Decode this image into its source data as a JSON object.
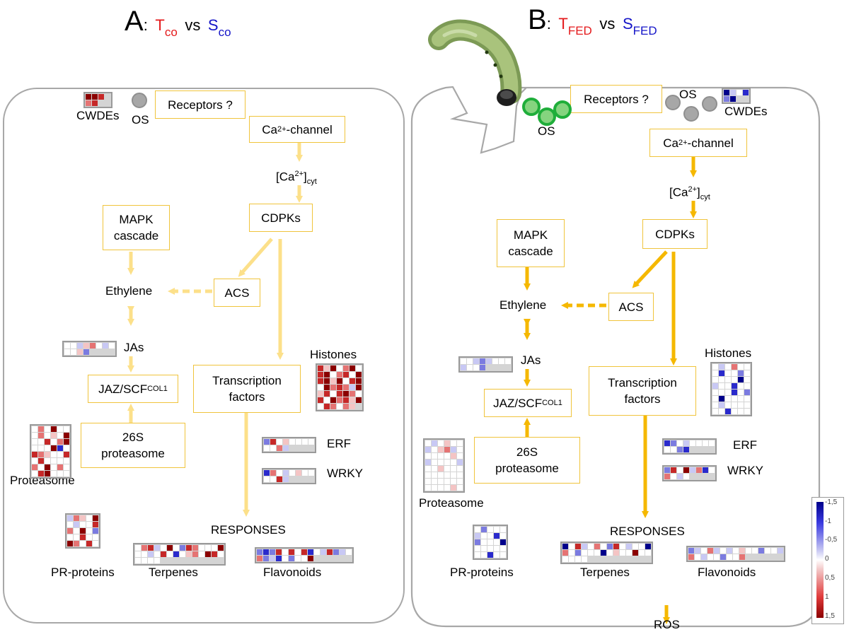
{
  "colors": {
    "arrow_light": "#fce08a",
    "arrow_dark": "#f5b800",
    "box_border": "#f0c43c",
    "treatment": "#e41a1c",
    "control": "#1515c8"
  },
  "panel_a": {
    "title_letter": "A",
    "title_colon": ":",
    "title_t": "T",
    "title_t_sub": "co",
    "title_vs": "vs",
    "title_s": "S",
    "title_s_sub": "co",
    "receptors": "Receptors ?",
    "ca_channel_pre": "Ca",
    "ca_channel_sup": "2+",
    "ca_channel_post": "-channel",
    "ca_cyt_pre": "[Ca",
    "ca_cyt_sup": "2+",
    "ca_cyt_mid": "]",
    "ca_cyt_sub": "cyt",
    "cdpks": "CDPKs",
    "mapk_line1": "MAPK",
    "mapk_line2": "cascade",
    "acs": "ACS",
    "ethylene": "Ethylene",
    "jas": "JAs",
    "jaz_pre": "JAZ/SCF",
    "jaz_sup": "COL1",
    "proteasome26s_line1": "26S",
    "proteasome26s_line2": "proteasome",
    "tf_line1": "Transcription",
    "tf_line2": "factors",
    "histones": "Histones",
    "erf": "ERF",
    "wrky": "WRKY",
    "proteasome": "Proteasome",
    "responses": "RESPONSES",
    "pr_proteins": "PR-proteins",
    "terpenes": "Terpenes",
    "flavonoids": "Flavonoids",
    "cwdes": "CWDEs",
    "os": "OS"
  },
  "panel_b": {
    "title_letter": "B",
    "title_colon": ":",
    "title_t": "T",
    "title_t_sub": "FED",
    "title_vs": "vs",
    "title_s": "S",
    "title_s_sub": "FED",
    "receptors": "Receptors ?",
    "ca_channel_pre": "Ca",
    "ca_channel_sup": "2+",
    "ca_channel_post": "-channel",
    "ca_cyt_pre": "[Ca",
    "ca_cyt_sup": "2+",
    "ca_cyt_mid": "]",
    "ca_cyt_sub": "cyt",
    "cdpks": "CDPKs",
    "mapk_line1": "MAPK",
    "mapk_line2": "cascade",
    "acs": "ACS",
    "ethylene": "Ethylene",
    "jas": "JAs",
    "jaz_pre": "JAZ/SCF",
    "jaz_sup": "COL1",
    "proteasome26s_line1": "26S",
    "proteasome26s_line2": "proteasome",
    "tf_line1": "Transcription",
    "tf_line2": "factors",
    "histones": "Histones",
    "erf": "ERF",
    "wrky": "WRKY",
    "proteasome": "Proteasome",
    "responses": "RESPONSES",
    "pr_proteins": "PR-proteins",
    "terpenes": "Terpenes",
    "flavonoids": "Flavonoids",
    "cwdes": "CWDEs",
    "os_top": "OS",
    "os_green": "OS",
    "ros": "ROS"
  },
  "legend": {
    "ticks": [
      "-1,5",
      "-1",
      "-0,5",
      "0",
      "0,5",
      "1",
      "1,5"
    ]
  },
  "heatmaps": {
    "a_cwdes": [
      "r5",
      "r5",
      "r4",
      "",
      "r3",
      "r4",
      "",
      ""
    ],
    "a_jas": [
      "w",
      "w",
      "b2",
      "r2",
      "r3",
      "w",
      "b2",
      "w",
      "w",
      "w",
      "r2",
      "b3"
    ],
    "a_histones": [
      "r4",
      "r2",
      "r5",
      "w",
      "r3",
      "r5",
      "w",
      "r4",
      "r5",
      "w",
      "r3",
      "r4",
      "w",
      "r5",
      "r4",
      "r5",
      "r2",
      "r5",
      "w",
      "r4",
      "r5",
      "w",
      "r5",
      "r3",
      "r4",
      "r3",
      "b2",
      "r5",
      "r2",
      "r4",
      "w",
      "r4",
      "r5",
      "r3",
      "w",
      "r4",
      "w",
      "r5",
      "r3",
      "r4",
      "r2",
      "r5",
      "w",
      "r4",
      "r3",
      "w",
      "r3",
      "r2"
    ],
    "a_erf": [
      "b3",
      "r4",
      "w",
      "r2",
      "w",
      "w",
      "w",
      "w",
      "w",
      "w",
      "r3",
      "b2"
    ],
    "a_wrky": [
      "b4",
      "r3",
      "w",
      "b2",
      "w",
      "r2",
      "w",
      "w",
      "w",
      "w",
      "r4",
      "b2"
    ],
    "a_proteasome": [
      "w",
      "r3",
      "w",
      "r5",
      "w",
      "w",
      "w",
      "r3",
      "w",
      "r2",
      "w",
      "r5",
      "w",
      "w",
      "r4",
      "w",
      "r3",
      "r5",
      "w",
      "w",
      "w",
      "r5",
      "b4",
      "w",
      "r4",
      "r3",
      "r2",
      "w",
      "w",
      "r4",
      "w",
      "r4",
      "w",
      "w",
      "w",
      "w",
      "r3",
      "w",
      "r5",
      "w",
      "r3",
      "w",
      "w",
      "r4",
      "r5",
      "w",
      "w",
      "w"
    ],
    "a_pr": [
      "b2",
      "r3",
      "r2",
      "w",
      "r5",
      "w",
      "b2",
      "w",
      "w",
      "r4",
      "r3",
      "w",
      "r5",
      "w",
      "b3",
      "w",
      "w",
      "r4",
      "w",
      "w",
      "r5",
      "r3",
      "w",
      "r4",
      "w"
    ],
    "a_terpenes": [
      "w",
      "r3",
      "r4",
      "b2",
      "w",
      "r5",
      "w",
      "b3",
      "r4",
      "r3",
      "w",
      "w",
      "w",
      "r5",
      "w",
      "w",
      "b2",
      "w",
      "r4",
      "w",
      "b4",
      "w",
      "r2",
      "r3",
      "w",
      "r5",
      "r4",
      "w",
      "w",
      "w",
      "w",
      "w"
    ],
    "a_flavonoids": [
      "b3",
      "b4",
      "b3",
      "r4",
      "w",
      "r4",
      "w",
      "r4",
      "b4",
      "w",
      "b2",
      "r4",
      "b3",
      "b2",
      "w",
      "r3",
      "b3",
      "b2",
      "b4",
      "w",
      "b3",
      "w",
      "w",
      "r5"
    ],
    "b_cwdes": [
      "b5",
      "b2",
      "w",
      "b4",
      "b3",
      "b5",
      "",
      ""
    ],
    "b_jas": [
      "w",
      "w",
      "b2",
      "b3",
      "b2",
      "w",
      "w",
      "w",
      "b2",
      "w",
      "w",
      "b3"
    ],
    "b_histones": [
      "w",
      "b2",
      "w",
      "r3",
      "w",
      "w",
      "w",
      "b4",
      "w",
      "w",
      "b3",
      "w",
      "w",
      "w",
      "w",
      "w",
      "b5",
      "w",
      "b2",
      "w",
      "w",
      "b4",
      "w",
      "w",
      "w",
      "w",
      "w",
      "b4",
      "w",
      "b3",
      "w",
      "b5",
      "w",
      "w",
      "w",
      "w",
      "w",
      "b2",
      "w",
      "w",
      "w",
      "w",
      "w",
      "w",
      "b4",
      "w",
      "w",
      "w"
    ],
    "b_erf": [
      "b4",
      "b3",
      "w",
      "b2",
      "w",
      "w",
      "w",
      "w",
      "w",
      "w",
      "b3",
      "b4"
    ],
    "b_wrky": [
      "b3",
      "r4",
      "w",
      "r5",
      "b2",
      "r3",
      "b4",
      "w",
      "r3",
      "w",
      "b2",
      "w"
    ],
    "b_proteasome": [
      "w",
      "b2",
      "w",
      "r2",
      "w",
      "w",
      "b2",
      "w",
      "r2",
      "r3",
      "b2",
      "w",
      "w",
      "w",
      "w",
      "w",
      "r2",
      "w",
      "b2",
      "w",
      "w",
      "w",
      "w",
      "b2",
      "w",
      "w",
      "r2",
      "w",
      "w",
      "w",
      "w",
      "w",
      "w",
      "w",
      "w",
      "w",
      "w",
      "w",
      "w",
      "w",
      "w",
      "w",
      "w",
      "w",
      "w",
      "w",
      "r2",
      "w"
    ],
    "b_pr": [
      "w",
      "b3",
      "w",
      "w",
      "w",
      "b2",
      "w",
      "w",
      "b4",
      "w",
      "b3",
      "w",
      "w",
      "w",
      "b5",
      "w",
      "w",
      "w",
      "w",
      "w",
      "w",
      "w",
      "b4",
      "w",
      "w"
    ],
    "b_terpenes": [
      "b5",
      "w",
      "r4",
      "b2",
      "w",
      "r3",
      "w",
      "b3",
      "r4",
      "w",
      "b2",
      "w",
      "w",
      "b5",
      "r3",
      "w",
      "b3",
      "w",
      "w",
      "w",
      "b5",
      "w",
      "r2",
      "w",
      "w",
      "r5",
      "w",
      "w",
      "w",
      "w",
      "w",
      "w"
    ],
    "b_flavonoids": [
      "b3",
      "b2",
      "w",
      "r3",
      "b2",
      "w",
      "b2",
      "w",
      "r2",
      "w",
      "w",
      "b3",
      "w",
      "w",
      "b2",
      "r3",
      "w",
      "b2",
      "w",
      "w",
      "b3",
      "w",
      "w",
      "r3"
    ]
  }
}
